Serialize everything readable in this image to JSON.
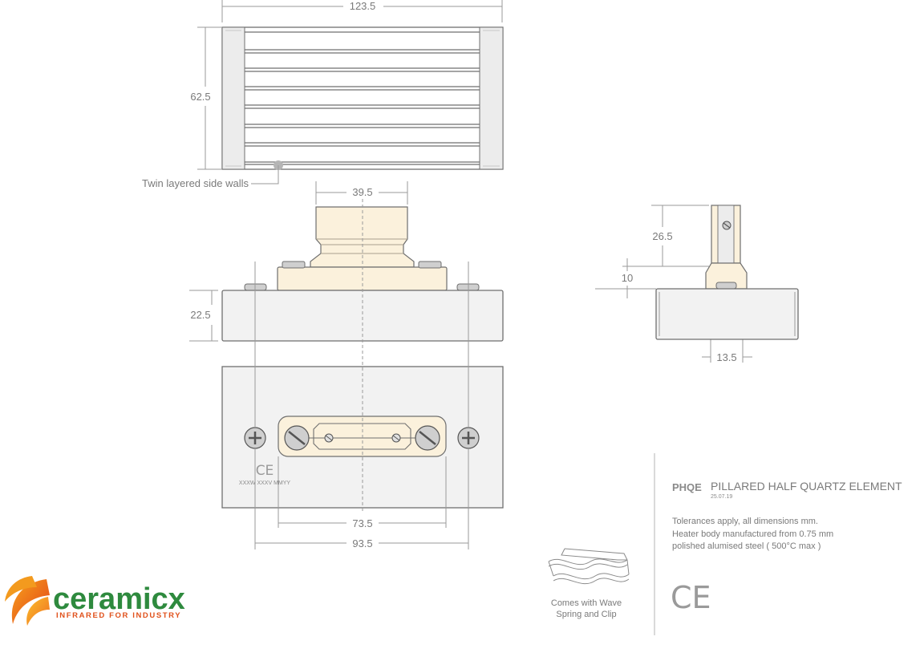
{
  "dimensions": {
    "top_width": "123.5",
    "top_height": "62.5",
    "pillar_width": "39.5",
    "body_height": "22.5",
    "side_pillar_height": "26.5",
    "side_base_height": "10",
    "side_width": "13.5",
    "inner_span": "73.5",
    "outer_span": "93.5"
  },
  "labels": {
    "side_walls": "Twin layered side walls",
    "wave_spring_line1": "Comes with Wave",
    "wave_spring_line2": "Spring and Clip",
    "marking_ce": "CE",
    "marking_code": "XXXW XXXV MMYY"
  },
  "titleblock": {
    "code": "PHQE",
    "name": "PILLARED HALF QUARTZ ELEMENT",
    "date": "25.07.19",
    "note1": "Tolerances apply, all dimensions mm.",
    "note2": "Heater body manufactured from 0.75 mm",
    "note3": "polished alumised steel ( 500°C max )",
    "ce_mark": "CE"
  },
  "logo": {
    "brand": "ceramicx",
    "tagline": "INFRARED FOR INDUSTRY"
  },
  "colors": {
    "line": "#8a8a8a",
    "body_fill": "#f2f2f2",
    "pillar_fill": "#fbf1dc",
    "brand_green": "#2e8a3e",
    "brand_orange": "#e0511b"
  }
}
